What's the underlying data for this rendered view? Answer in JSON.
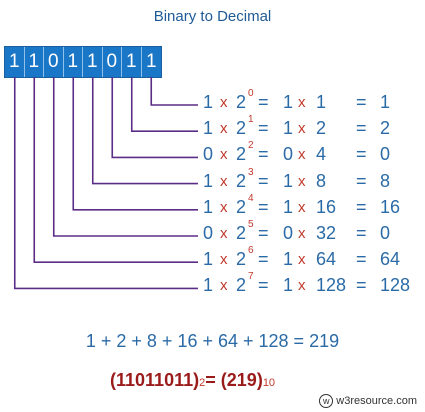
{
  "title": "Binary to Decimal",
  "bits": [
    "1",
    "1",
    "0",
    "1",
    "1",
    "0",
    "1",
    "1"
  ],
  "rows": [
    {
      "bit": "1",
      "base": "2",
      "exp": "0",
      "eq_bit": "1",
      "value": "1",
      "result": "1"
    },
    {
      "bit": "1",
      "base": "2",
      "exp": "1",
      "eq_bit": "1",
      "value": "2",
      "result": "2"
    },
    {
      "bit": "0",
      "base": "2",
      "exp": "2",
      "eq_bit": "0",
      "value": "4",
      "result": "0"
    },
    {
      "bit": "1",
      "base": "2",
      "exp": "3",
      "eq_bit": "1",
      "value": "8",
      "result": "8"
    },
    {
      "bit": "1",
      "base": "2",
      "exp": "4",
      "eq_bit": "1",
      "value": "16",
      "result": "16"
    },
    {
      "bit": "0",
      "base": "2",
      "exp": "5",
      "eq_bit": "0",
      "value": "32",
      "result": "0"
    },
    {
      "bit": "1",
      "base": "2",
      "exp": "6",
      "eq_bit": "1",
      "value": "64",
      "result": "64"
    },
    {
      "bit": "1",
      "base": "2",
      "exp": "7",
      "eq_bit": "1",
      "value": "128",
      "result": "128"
    }
  ],
  "symbols": {
    "times": "x",
    "equals": "="
  },
  "sum_line": "1 + 2 + 8 + 16 + 64 + 128 = 219",
  "final": {
    "binary": "11011011",
    "binary_base": "2",
    "decimal": "219",
    "decimal_base": "10",
    "open": "(",
    "close": ")",
    "equals": "="
  },
  "logo": {
    "text": "w3resource.com",
    "mark": "w"
  }
}
